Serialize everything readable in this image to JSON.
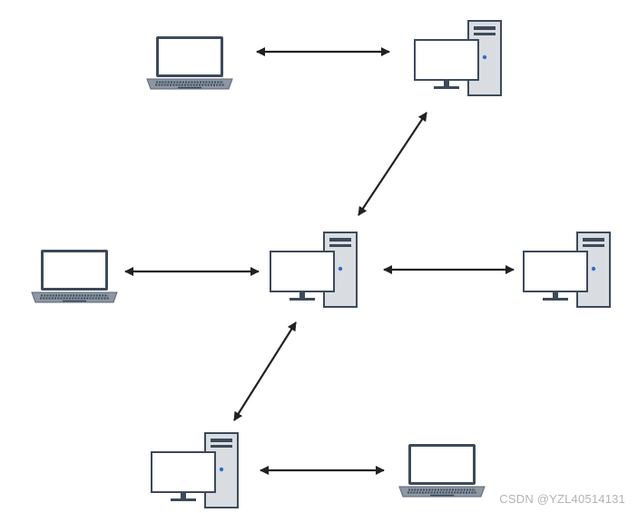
{
  "diagram": {
    "nodes": [
      {
        "id": "laptop-top-left",
        "kind": "laptop"
      },
      {
        "id": "desktop-top-right",
        "kind": "desktop"
      },
      {
        "id": "laptop-middle-left",
        "kind": "laptop"
      },
      {
        "id": "desktop-center",
        "kind": "desktop"
      },
      {
        "id": "desktop-middle-right",
        "kind": "desktop"
      },
      {
        "id": "desktop-bottom-left",
        "kind": "desktop"
      },
      {
        "id": "laptop-bottom-right",
        "kind": "laptop"
      }
    ],
    "edges": [
      {
        "from": "laptop-top-left",
        "to": "desktop-top-right",
        "style": "bidirectional-arrow"
      },
      {
        "from": "desktop-top-right",
        "to": "desktop-center",
        "style": "bidirectional-arrow"
      },
      {
        "from": "laptop-middle-left",
        "to": "desktop-center",
        "style": "bidirectional-arrow"
      },
      {
        "from": "desktop-center",
        "to": "desktop-middle-right",
        "style": "bidirectional-arrow"
      },
      {
        "from": "desktop-center",
        "to": "desktop-bottom-left",
        "style": "bidirectional-arrow"
      },
      {
        "from": "desktop-bottom-left",
        "to": "laptop-bottom-right",
        "style": "bidirectional-arrow"
      }
    ],
    "colors": {
      "device_dark": "#3d4a5a",
      "tower_body": "#d9dde1",
      "tower_led": "#2f6bd6",
      "arrow": "#222222",
      "watermark": "#b0b4b8"
    }
  },
  "watermark": {
    "text": "CSDN @YZL40514131"
  }
}
